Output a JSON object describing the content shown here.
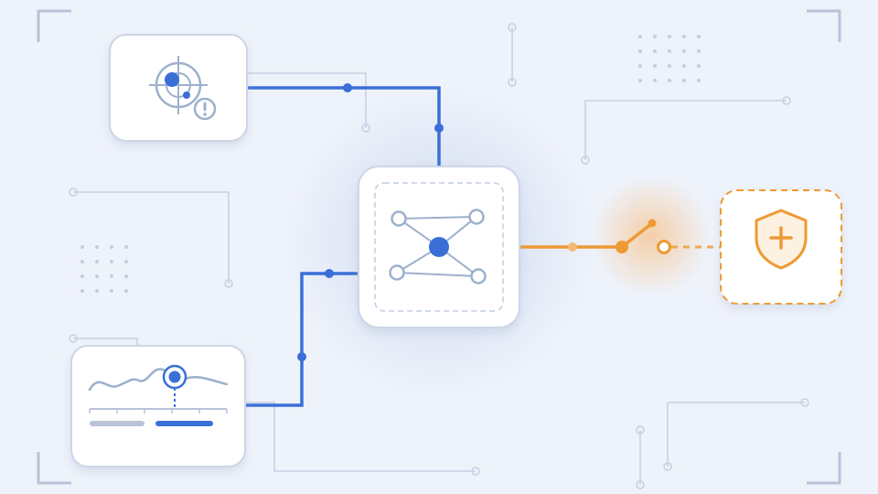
{
  "colors": {
    "background": "#eef2fa",
    "primary_blue": "#3a6fd8",
    "accent_orange": "#ee9a33",
    "muted_line": "#c3cde0",
    "node_outline": "#9db0cc",
    "card_fill": "#ffffff",
    "card_border": "#cdd6e6"
  },
  "nodes": {
    "radar_card": {
      "icon": "radar-target-alert-icon"
    },
    "signal_card": {
      "icon": "signal-waveform-icon"
    },
    "hub_card": {
      "icon": "network-graph-icon"
    },
    "shield_card": {
      "icon": "shield-plus-icon"
    },
    "switch": {
      "icon": "open-switch-icon",
      "state": "open"
    }
  },
  "connections": [
    {
      "from": "radar_card",
      "to": "hub_card",
      "style": "solid-blue"
    },
    {
      "from": "signal_card",
      "to": "hub_card",
      "style": "solid-blue"
    },
    {
      "from": "hub_card",
      "to": "switch",
      "style": "solid-orange"
    },
    {
      "from": "switch",
      "to": "shield_card",
      "style": "dashed-orange"
    }
  ]
}
